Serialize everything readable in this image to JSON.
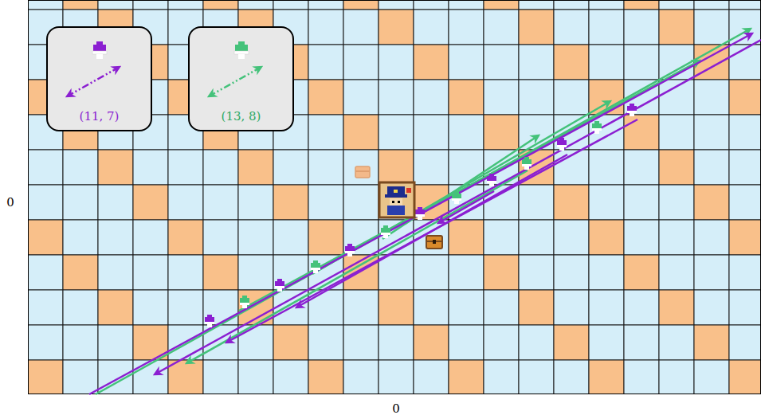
{
  "diagram": {
    "nodes": [
      {
        "text": [
          "(11, 7)"
        ]
      },
      {
        "text": [
          "(13, 8)"
        ]
      }
    ],
    "labels": [
      "0",
      "0"
    ]
  }
}
